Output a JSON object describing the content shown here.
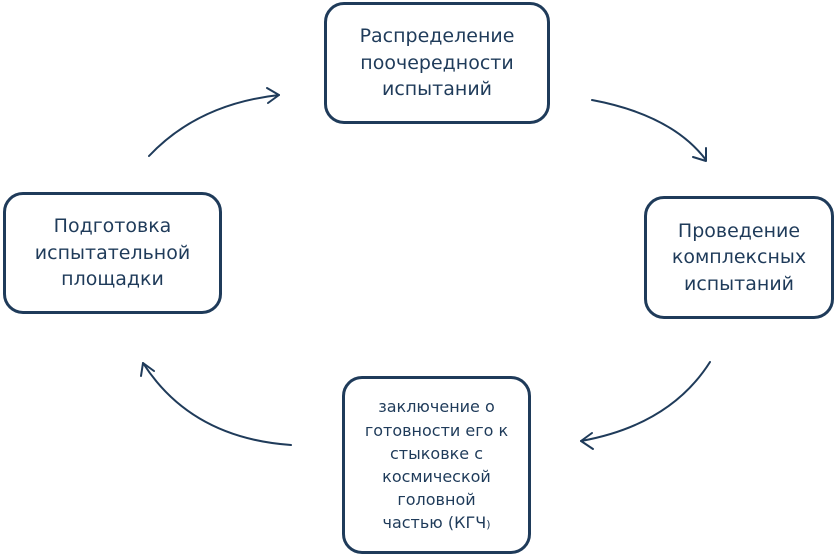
{
  "diagram": {
    "nodes": {
      "top": "Распределение\nпоочередности\nиспытаний",
      "right": "Проведение\nкомплексных\nиспытаний",
      "bottom_main": "заключение о\nготовности его к\nстыковке с\nкосмической\nголовной\nчастью (КГЧ",
      "bottom_tail": ")",
      "left": "Подготовка\nиспытательной\nплощадки"
    },
    "colors": {
      "border": "#1f3b5a",
      "text": "#1f3b5a",
      "arrow": "#1f3b5a"
    }
  }
}
